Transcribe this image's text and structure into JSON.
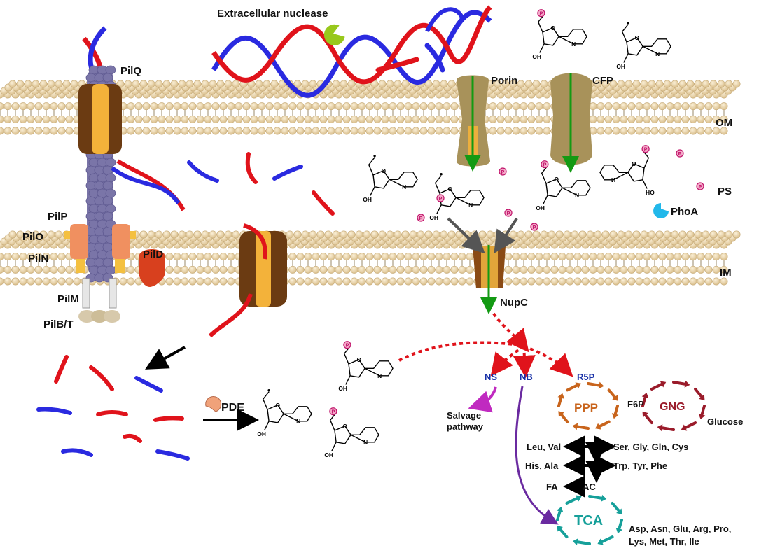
{
  "labels": {
    "nuclease": "Extracellular nuclease",
    "pilQ": "PilQ",
    "pilP": "PilP",
    "pilO": "PilO",
    "pilN": "PilN",
    "pilD": "PilD",
    "pilM": "PilM",
    "pilBT": "PilB/T",
    "porin": "Porin",
    "cfp": "CFP",
    "om": "OM",
    "ps": "PS",
    "im": "IM",
    "phoA": "PhoA",
    "nupC": "NupC",
    "pde": "PDE",
    "ns": "NS",
    "nb": "NB",
    "r5p": "R5P",
    "ppp": "PPP",
    "f6p": "F6P",
    "gng": "GNG",
    "glucose": "Glucose",
    "salvage1": "Salvage",
    "salvage2": "pathway",
    "leuVal": "Leu, Val",
    "serGly": "Ser, Gly, Gln, Cys",
    "hisAla": "His, Ala",
    "trpTyr": "Trp, Tyr, Phe",
    "fa": "FA",
    "ac": "AC",
    "tca": "TCA",
    "aa1": "Asp, Asn, Glu, Arg, Pro,",
    "aa2": "Lys, Met, Thr, Ile",
    "phos": "P",
    "oh": "OH",
    "n": "N"
  },
  "colors": {
    "dnaRed": "#e0131b",
    "dnaBlue": "#2a2ae0",
    "lipidHead": "#e8d2a6",
    "pilus": "#7a75a8",
    "pilQ": "#6b3b12",
    "pilQCore": "#f3b23a",
    "porin": "#a8925a",
    "green": "#139a13",
    "ppp": "#c8641c",
    "gng": "#9a1b2a",
    "tca": "#16a09a",
    "nbArrow": "#6a2aa0",
    "salvage": "#c02ac0",
    "labelBlue": "#1a32a8",
    "phoA": "#22b8ea",
    "nuclease": "#98c81c",
    "pilD": "#d8401e",
    "pilP": "#f09060",
    "pilO": "#f4c040"
  }
}
